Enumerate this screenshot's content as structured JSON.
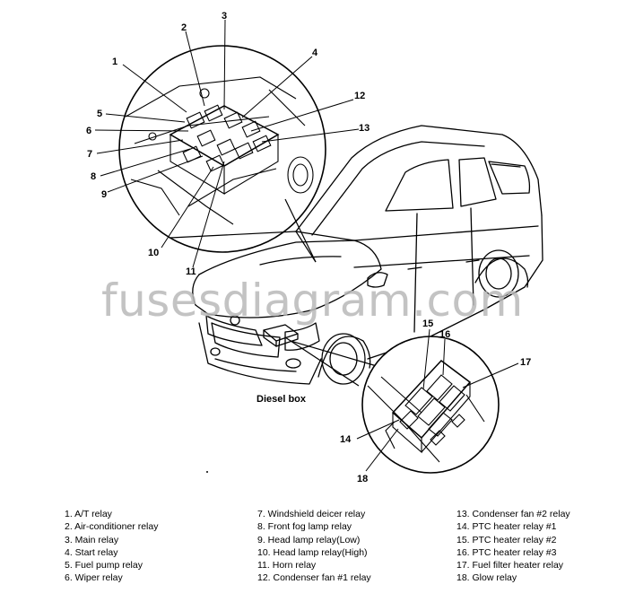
{
  "watermark": "fusesdiagram.com",
  "diesel_box_label": "Diesel box",
  "callouts": [
    "1",
    "2",
    "3",
    "4",
    "5",
    "6",
    "7",
    "8",
    "9",
    "10",
    "11",
    "12",
    "13",
    "14",
    "15",
    "16",
    "17",
    "18"
  ],
  "legend": {
    "col1": [
      "1. A/T relay",
      "2. Air-conditioner relay",
      "3. Main relay",
      "4. Start relay",
      "5. Fuel pump relay",
      "6. Wiper relay"
    ],
    "col2": [
      "7. Windshield deicer relay",
      "8. Front fog lamp relay",
      "9. Head lamp relay(Low)",
      "10. Head lamp relay(High)",
      "11. Horn relay",
      "12. Condenser fan #1 relay"
    ],
    "col3": [
      "13. Condenser fan #2 relay",
      "14. PTC heater relay #1",
      "15. PTC heater relay #2",
      "16. PTC heater relay #3",
      "17. Fuel filter heater relay",
      "18. Glow relay"
    ]
  }
}
